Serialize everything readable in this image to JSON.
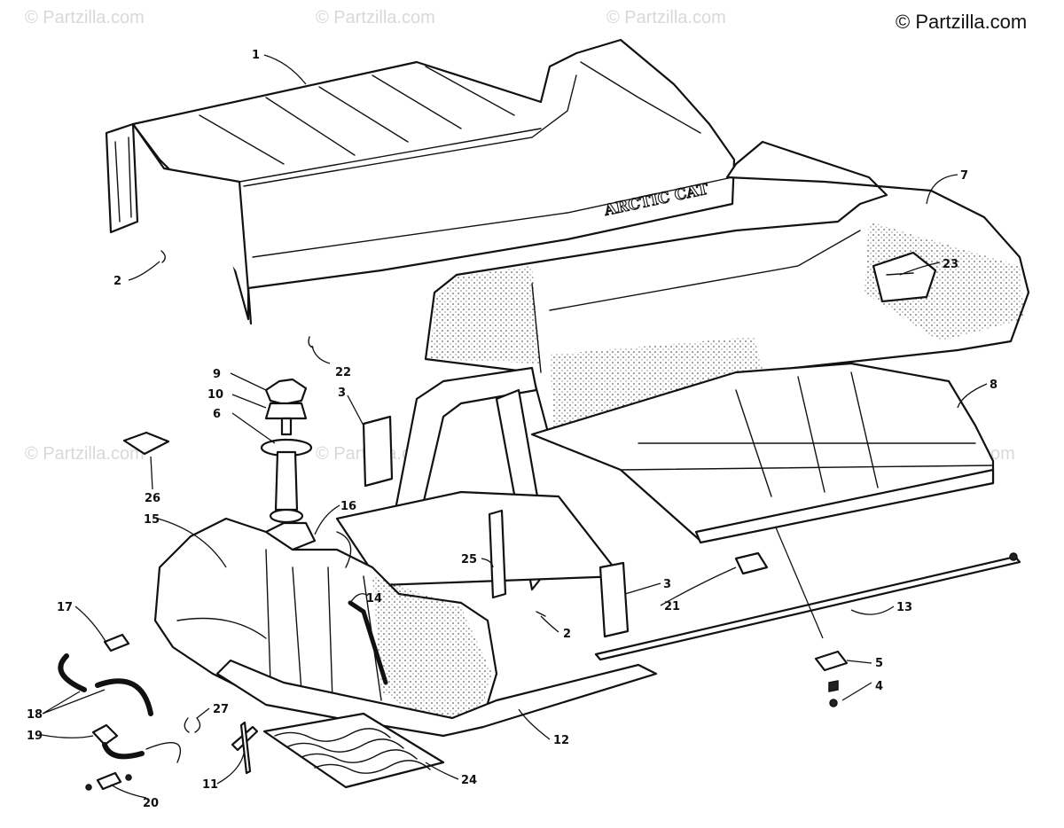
{
  "copyright": "© Partzilla.com",
  "watermark_text": "© Partzilla.com",
  "brand_decal": "ARCTIC CAT",
  "callouts": {
    "c1": "1",
    "c2a": "2",
    "c2b": "2",
    "c3a": "3",
    "c3b": "3",
    "c4": "4",
    "c5": "5",
    "c6": "6",
    "c7": "7",
    "c8": "8",
    "c9": "9",
    "c10": "10",
    "c11": "11",
    "c12": "12",
    "c13": "13",
    "c14": "14",
    "c15": "15",
    "c16": "16",
    "c17": "17",
    "c18": "18",
    "c19": "19",
    "c20": "20",
    "c21": "21",
    "c22": "22",
    "c23": "23",
    "c24": "24",
    "c25": "25",
    "c26": "26",
    "c27": "27"
  },
  "colors": {
    "line": "#111111",
    "background": "#ffffff",
    "watermark": "#d8d8d8"
  }
}
